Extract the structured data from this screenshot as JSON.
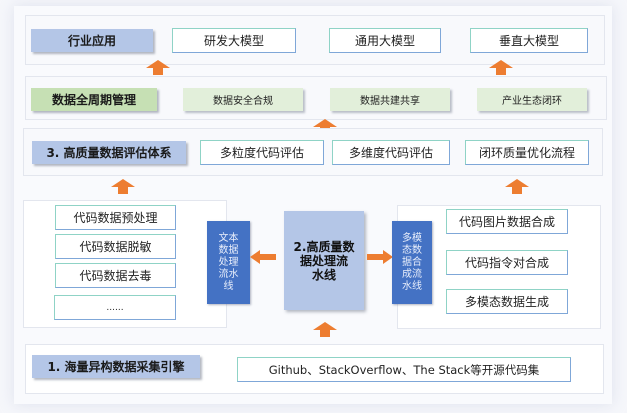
{
  "colors": {
    "accent_orange": "#ed7d31",
    "header_blue": "#b4c6e7",
    "header_green": "#c6e0b4",
    "pipeline_blue": "#4472c4",
    "green_box": "#e2efda"
  },
  "layer_app": {
    "title": "行业应用",
    "items": [
      "研发大模型",
      "通用大模型",
      "垂直大模型"
    ]
  },
  "layer_lifecycle": {
    "title": "数据全周期管理",
    "items": [
      "数据安全合规",
      "数据共建共享",
      "产业生态闭环"
    ]
  },
  "layer_eval": {
    "title": "3. 高质量数据评估体系",
    "items": [
      "多粒度代码评估",
      "多维度代码评估",
      "闭环质量优化流程"
    ]
  },
  "layer_process": {
    "title": "2.高质量数据处理流水线",
    "text_pipeline": "文本数据处理流水线",
    "text_pipeline_lines": [
      "文本",
      "数据",
      "处理",
      "流水",
      "线"
    ],
    "text_items": [
      "代码数据预处理",
      "代码数据脱敏",
      "代码数据去毒",
      "......"
    ],
    "multimodal_pipeline": "多模态数据合成流水线",
    "multimodal_pipeline_lines": [
      "多模",
      "态数",
      "据合",
      "成流",
      "水线"
    ],
    "multimodal_items": [
      "代码图片数据合成",
      "代码指令对合成",
      "多模态数据生成"
    ],
    "center_lines": [
      "2.高质量数",
      "据处理流",
      "水线"
    ]
  },
  "layer_collect": {
    "title": "1. 海量异构数据采集引擎",
    "source": "Github、StackOverflow、The Stack等开源代码集"
  },
  "icons": {
    "arrow_up": "arrow-up-icon",
    "arrow_left": "arrow-left-icon",
    "arrow_right": "arrow-right-icon"
  }
}
